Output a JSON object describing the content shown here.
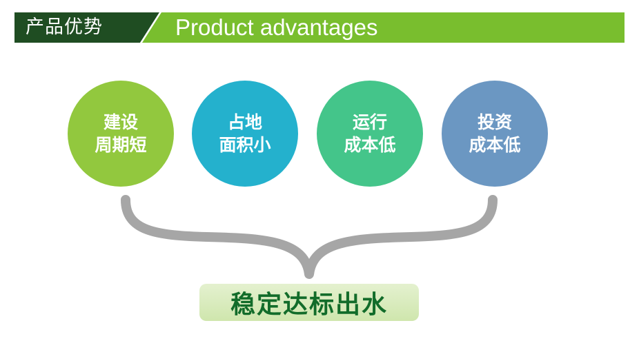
{
  "header": {
    "title_cn": "产品优势",
    "title_en": "Product advantages"
  },
  "advantages": [
    {
      "line1": "建设",
      "line2": "周期短",
      "color": "#92c83e"
    },
    {
      "line1": "占地",
      "line2": "面积小",
      "color": "#24b1cd"
    },
    {
      "line1": "运行",
      "line2": "成本低",
      "color": "#44c58a"
    },
    {
      "line1": "投资",
      "line2": "成本低",
      "color": "#6b97c2"
    }
  ],
  "result": {
    "label": "稳定达标出水"
  },
  "colors": {
    "header_dark": "#1f4d22",
    "header_green": "#79be2e",
    "brace": "#a6a6a6",
    "result_text": "#126c2a"
  }
}
